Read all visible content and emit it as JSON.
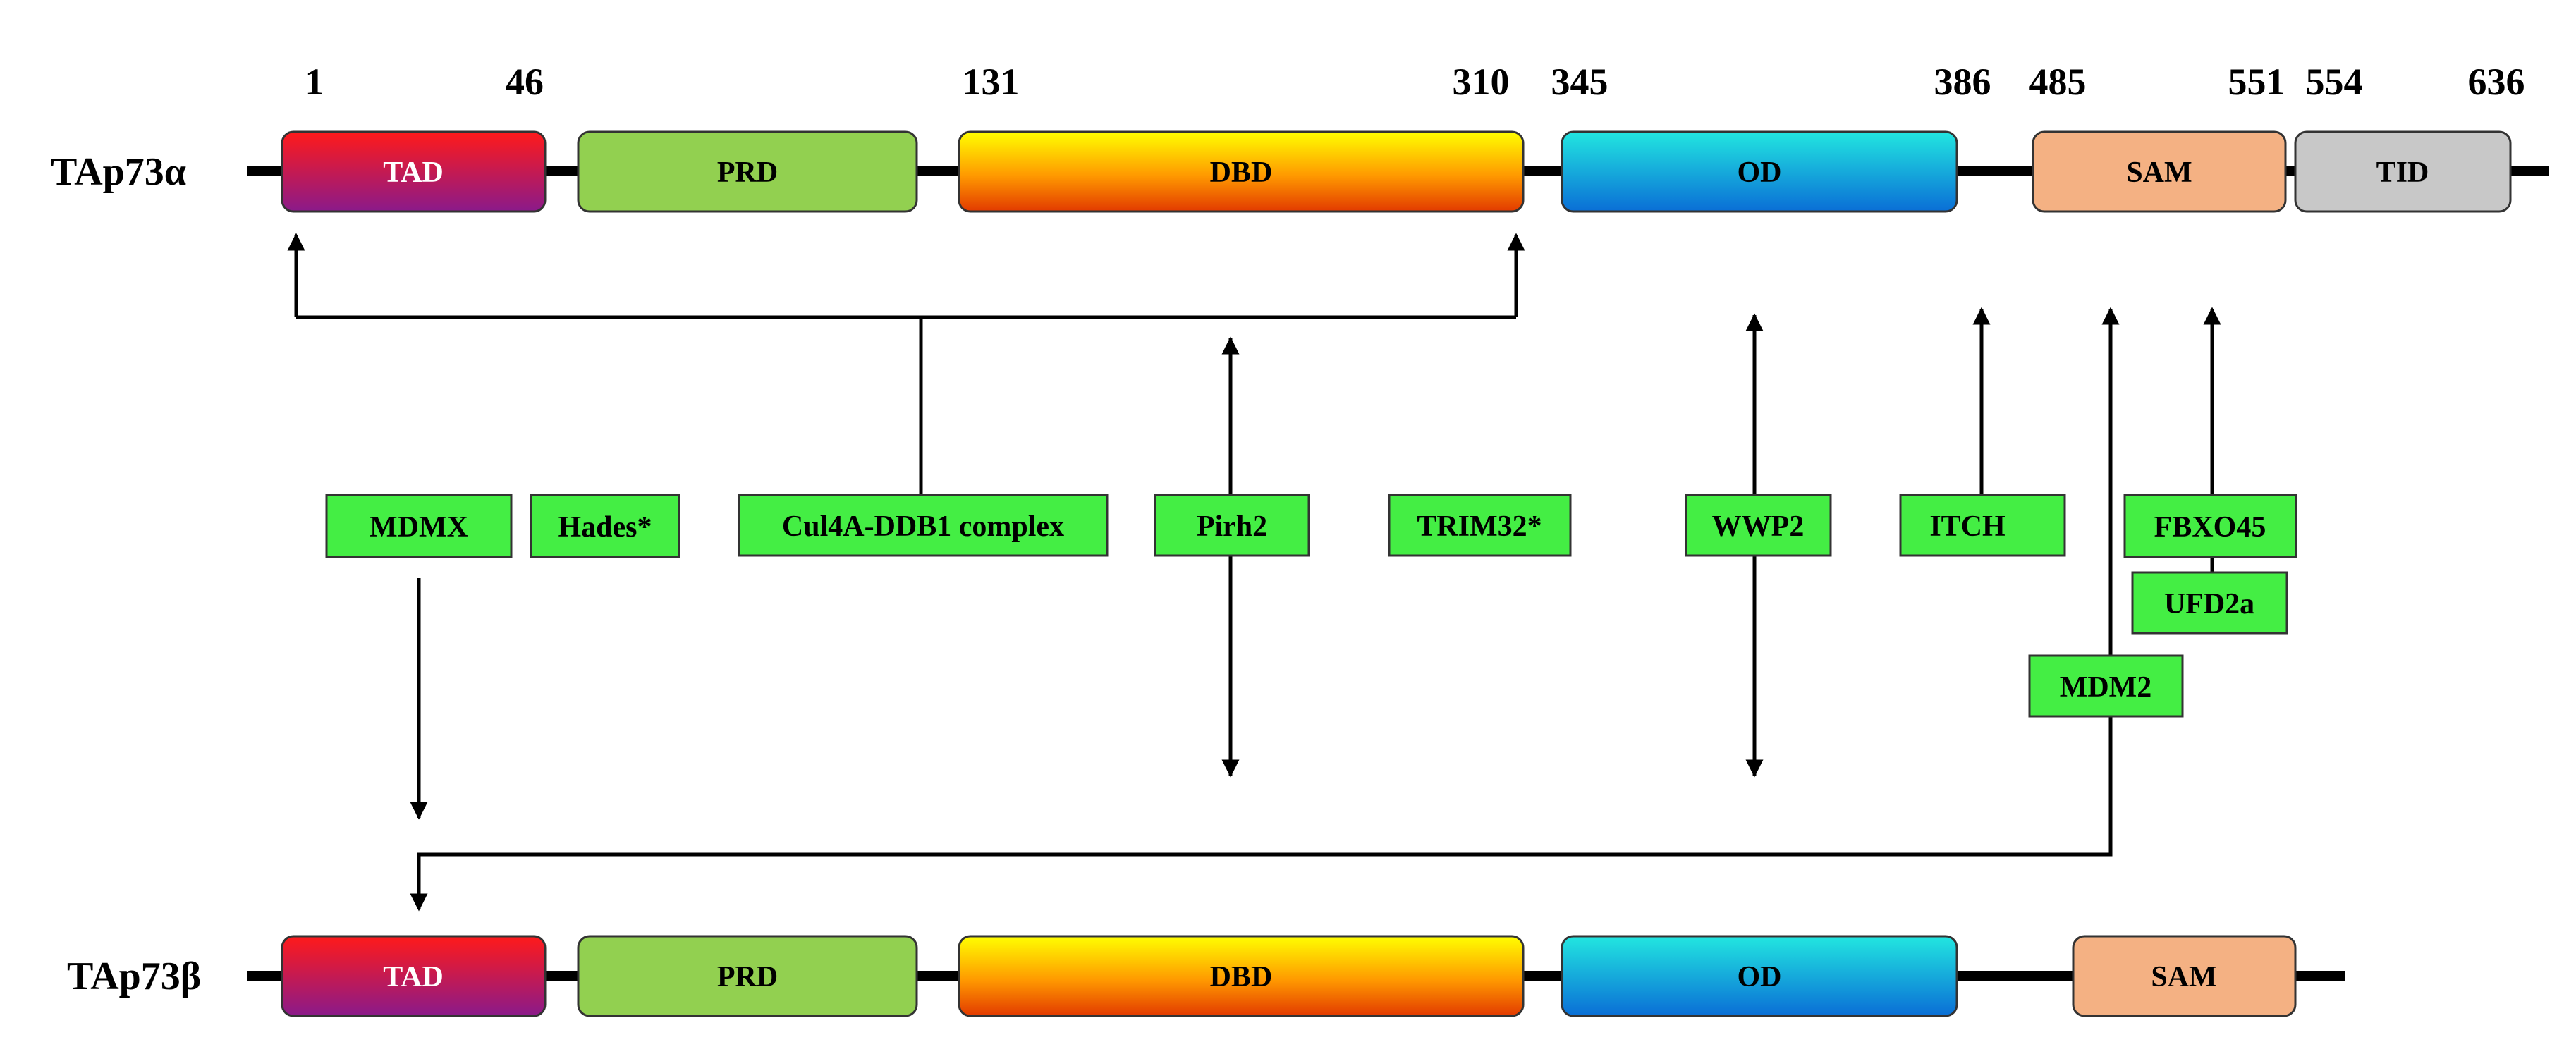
{
  "colors": {
    "tad_top": "#ff1a1a",
    "tad_bottom": "#8a1a8a",
    "prd": "#92d050",
    "dbd_top": "#ffff00",
    "dbd_mid": "#ff9900",
    "dbd_bottom": "#e23a00",
    "od_top": "#22e6e0",
    "od_bottom": "#0a6ed6",
    "sam": "#f4b183",
    "tid": "#c8c8c8",
    "ligase": "#44ee44",
    "domain_text_light": "#ffffff",
    "domain_text_dark": "#000000"
  },
  "proteins": {
    "alpha": {
      "label": "TAp73α",
      "domains": [
        {
          "name": "TAD"
        },
        {
          "name": "PRD"
        },
        {
          "name": "DBD"
        },
        {
          "name": "OD"
        },
        {
          "name": "SAM"
        },
        {
          "name": "TID"
        }
      ]
    },
    "beta": {
      "label": "TAp73β",
      "domains": [
        {
          "name": "TAD"
        },
        {
          "name": "PRD"
        },
        {
          "name": "DBD"
        },
        {
          "name": "OD"
        },
        {
          "name": "SAM"
        }
      ]
    }
  },
  "positions": [
    "1",
    "46",
    "131",
    "310",
    "345",
    "386",
    "485",
    "551",
    "554",
    "636"
  ],
  "ligases": {
    "mdmx": "MDMX",
    "hades": "Hades*",
    "cul4a": "Cul4A-DDB1 complex",
    "pirh2": "Pirh2",
    "trim32": "TRIM32*",
    "wwp2": "WWP2",
    "itch": "ITCH",
    "fbxo45": "FBXO45",
    "ufd2a": "UFD2a",
    "mdm2": "MDM2"
  }
}
